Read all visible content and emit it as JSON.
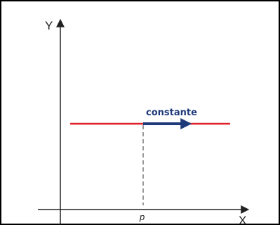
{
  "diagram": {
    "y_axis_label": "Y",
    "x_axis_label": "X",
    "point_label": "p",
    "vector_label": "constante",
    "colors": {
      "line": "#e0202a",
      "vector": "#1f3a7a",
      "axes": "#222222",
      "dashed": "#333333",
      "frame": "#000000"
    }
  }
}
